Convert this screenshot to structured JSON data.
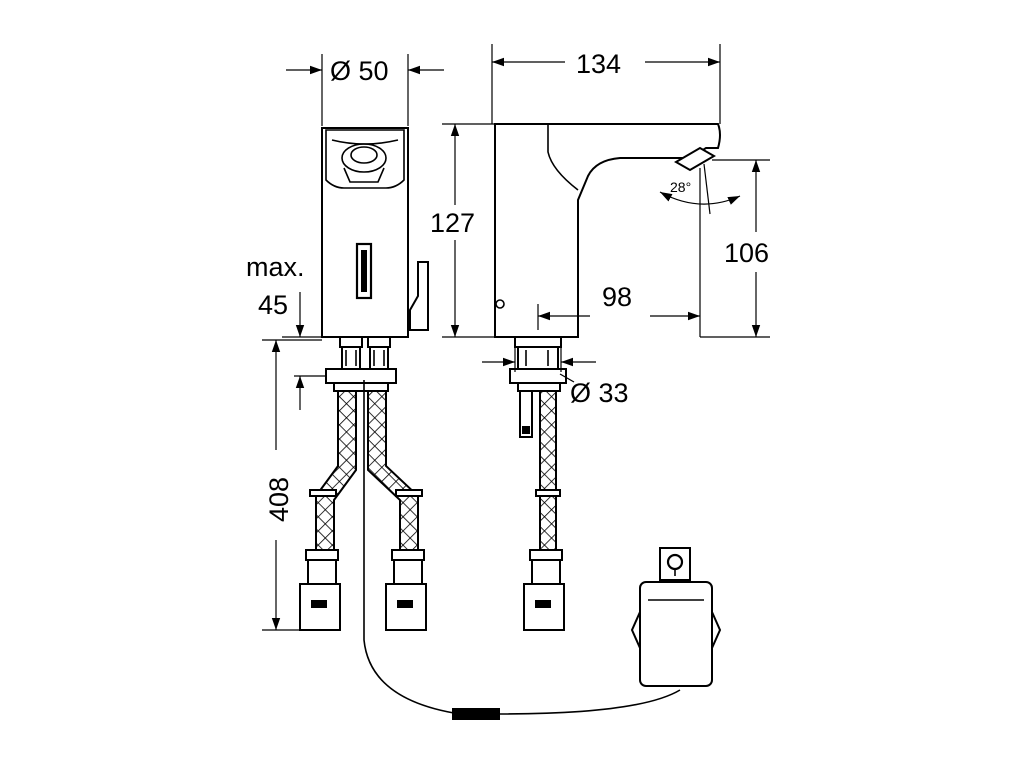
{
  "dimensions": {
    "diameter_top": "Ø 50",
    "width_total": "134",
    "height_body": "127",
    "height_spout": "106",
    "reach_spout": "98",
    "angle_spout": "28°",
    "max_label": "max.",
    "max_value": "45",
    "hose_length": "408",
    "diameter_shank": "Ø 33"
  },
  "colors": {
    "line": "#000000",
    "background": "#ffffff"
  }
}
